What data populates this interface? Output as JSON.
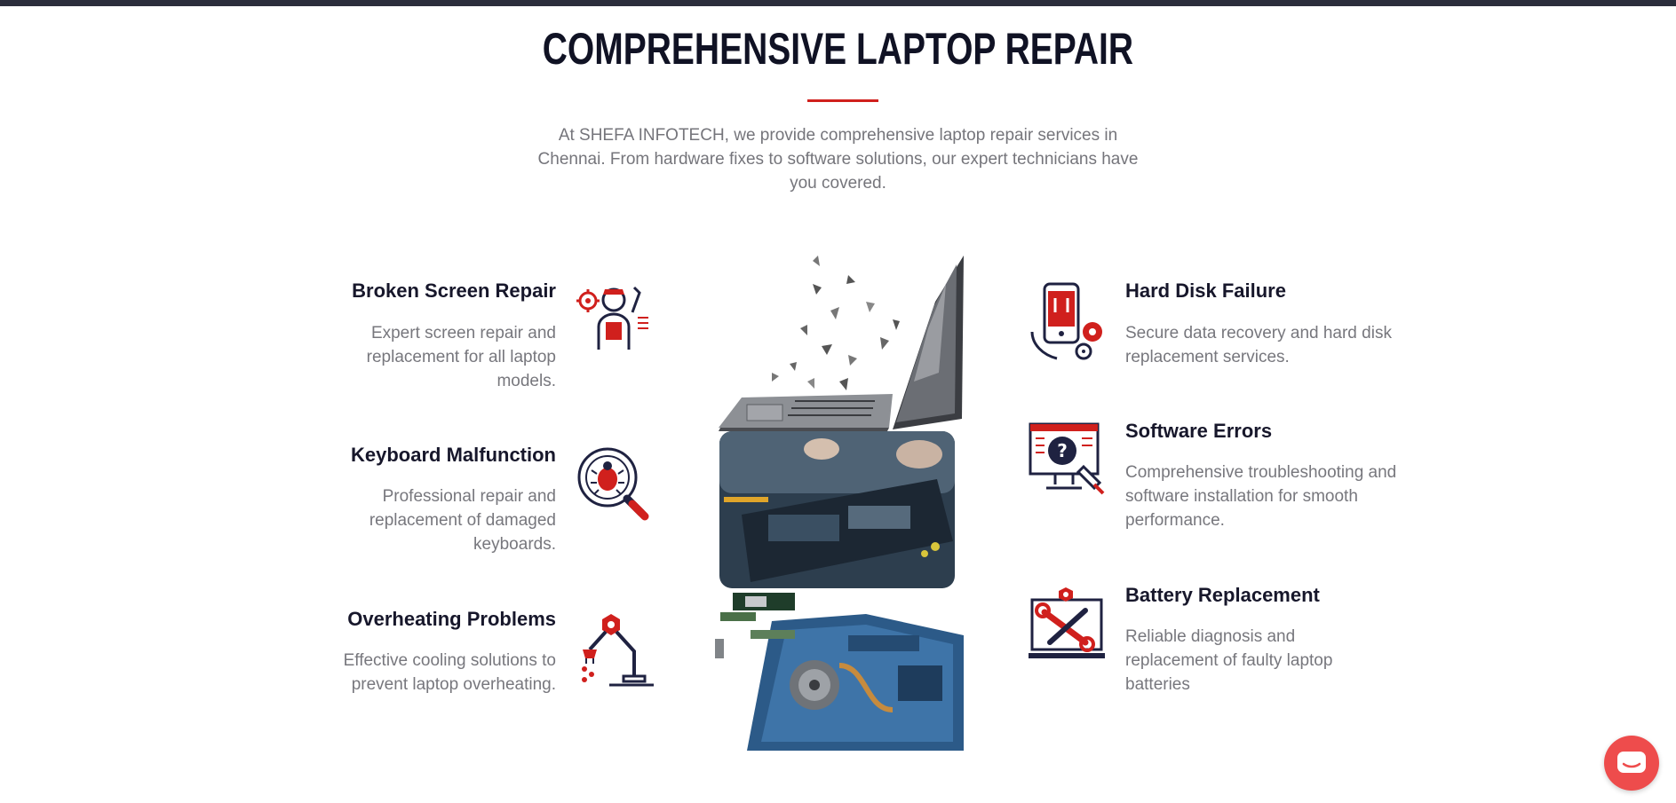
{
  "section": {
    "title": "COMPREHENSIVE LAPTOP REPAIR",
    "intro": "At SHEFA INFOTECH, we provide comprehensive laptop repair services in Chennai. From hardware fixes to software solutions, our expert technicians have you covered."
  },
  "services_left": [
    {
      "title": "Broken Screen Repair",
      "description": "Expert screen repair and replacement for all laptop models.",
      "icon": "technician-icon"
    },
    {
      "title": "Keyboard Malfunction",
      "description": "Professional repair and replacement of damaged keyboards.",
      "icon": "bug-magnifier-icon"
    },
    {
      "title": "Overheating Problems",
      "description": "Effective cooling solutions to prevent laptop overheating.",
      "icon": "robotic-arm-icon"
    }
  ],
  "services_right": [
    {
      "title": "Hard Disk Failure",
      "description": "Secure data recovery and hard disk replacement services.",
      "icon": "phone-repair-icon"
    },
    {
      "title": "Software Errors",
      "description": "Comprehensive troubleshooting and software installation for smooth performance.",
      "icon": "monitor-help-icon"
    },
    {
      "title": "Battery Replacement",
      "description": "Reliable diagnosis and replacement of faulty laptop batteries",
      "icon": "laptop-tools-icon"
    }
  ],
  "colors": {
    "accent": "#d0201d",
    "dark": "#2b2d3c",
    "heading": "#17172b",
    "text": "#77777d",
    "chat": "#ee4c4c"
  },
  "chat_widget": {
    "icon": "chat-bubble-icon"
  }
}
